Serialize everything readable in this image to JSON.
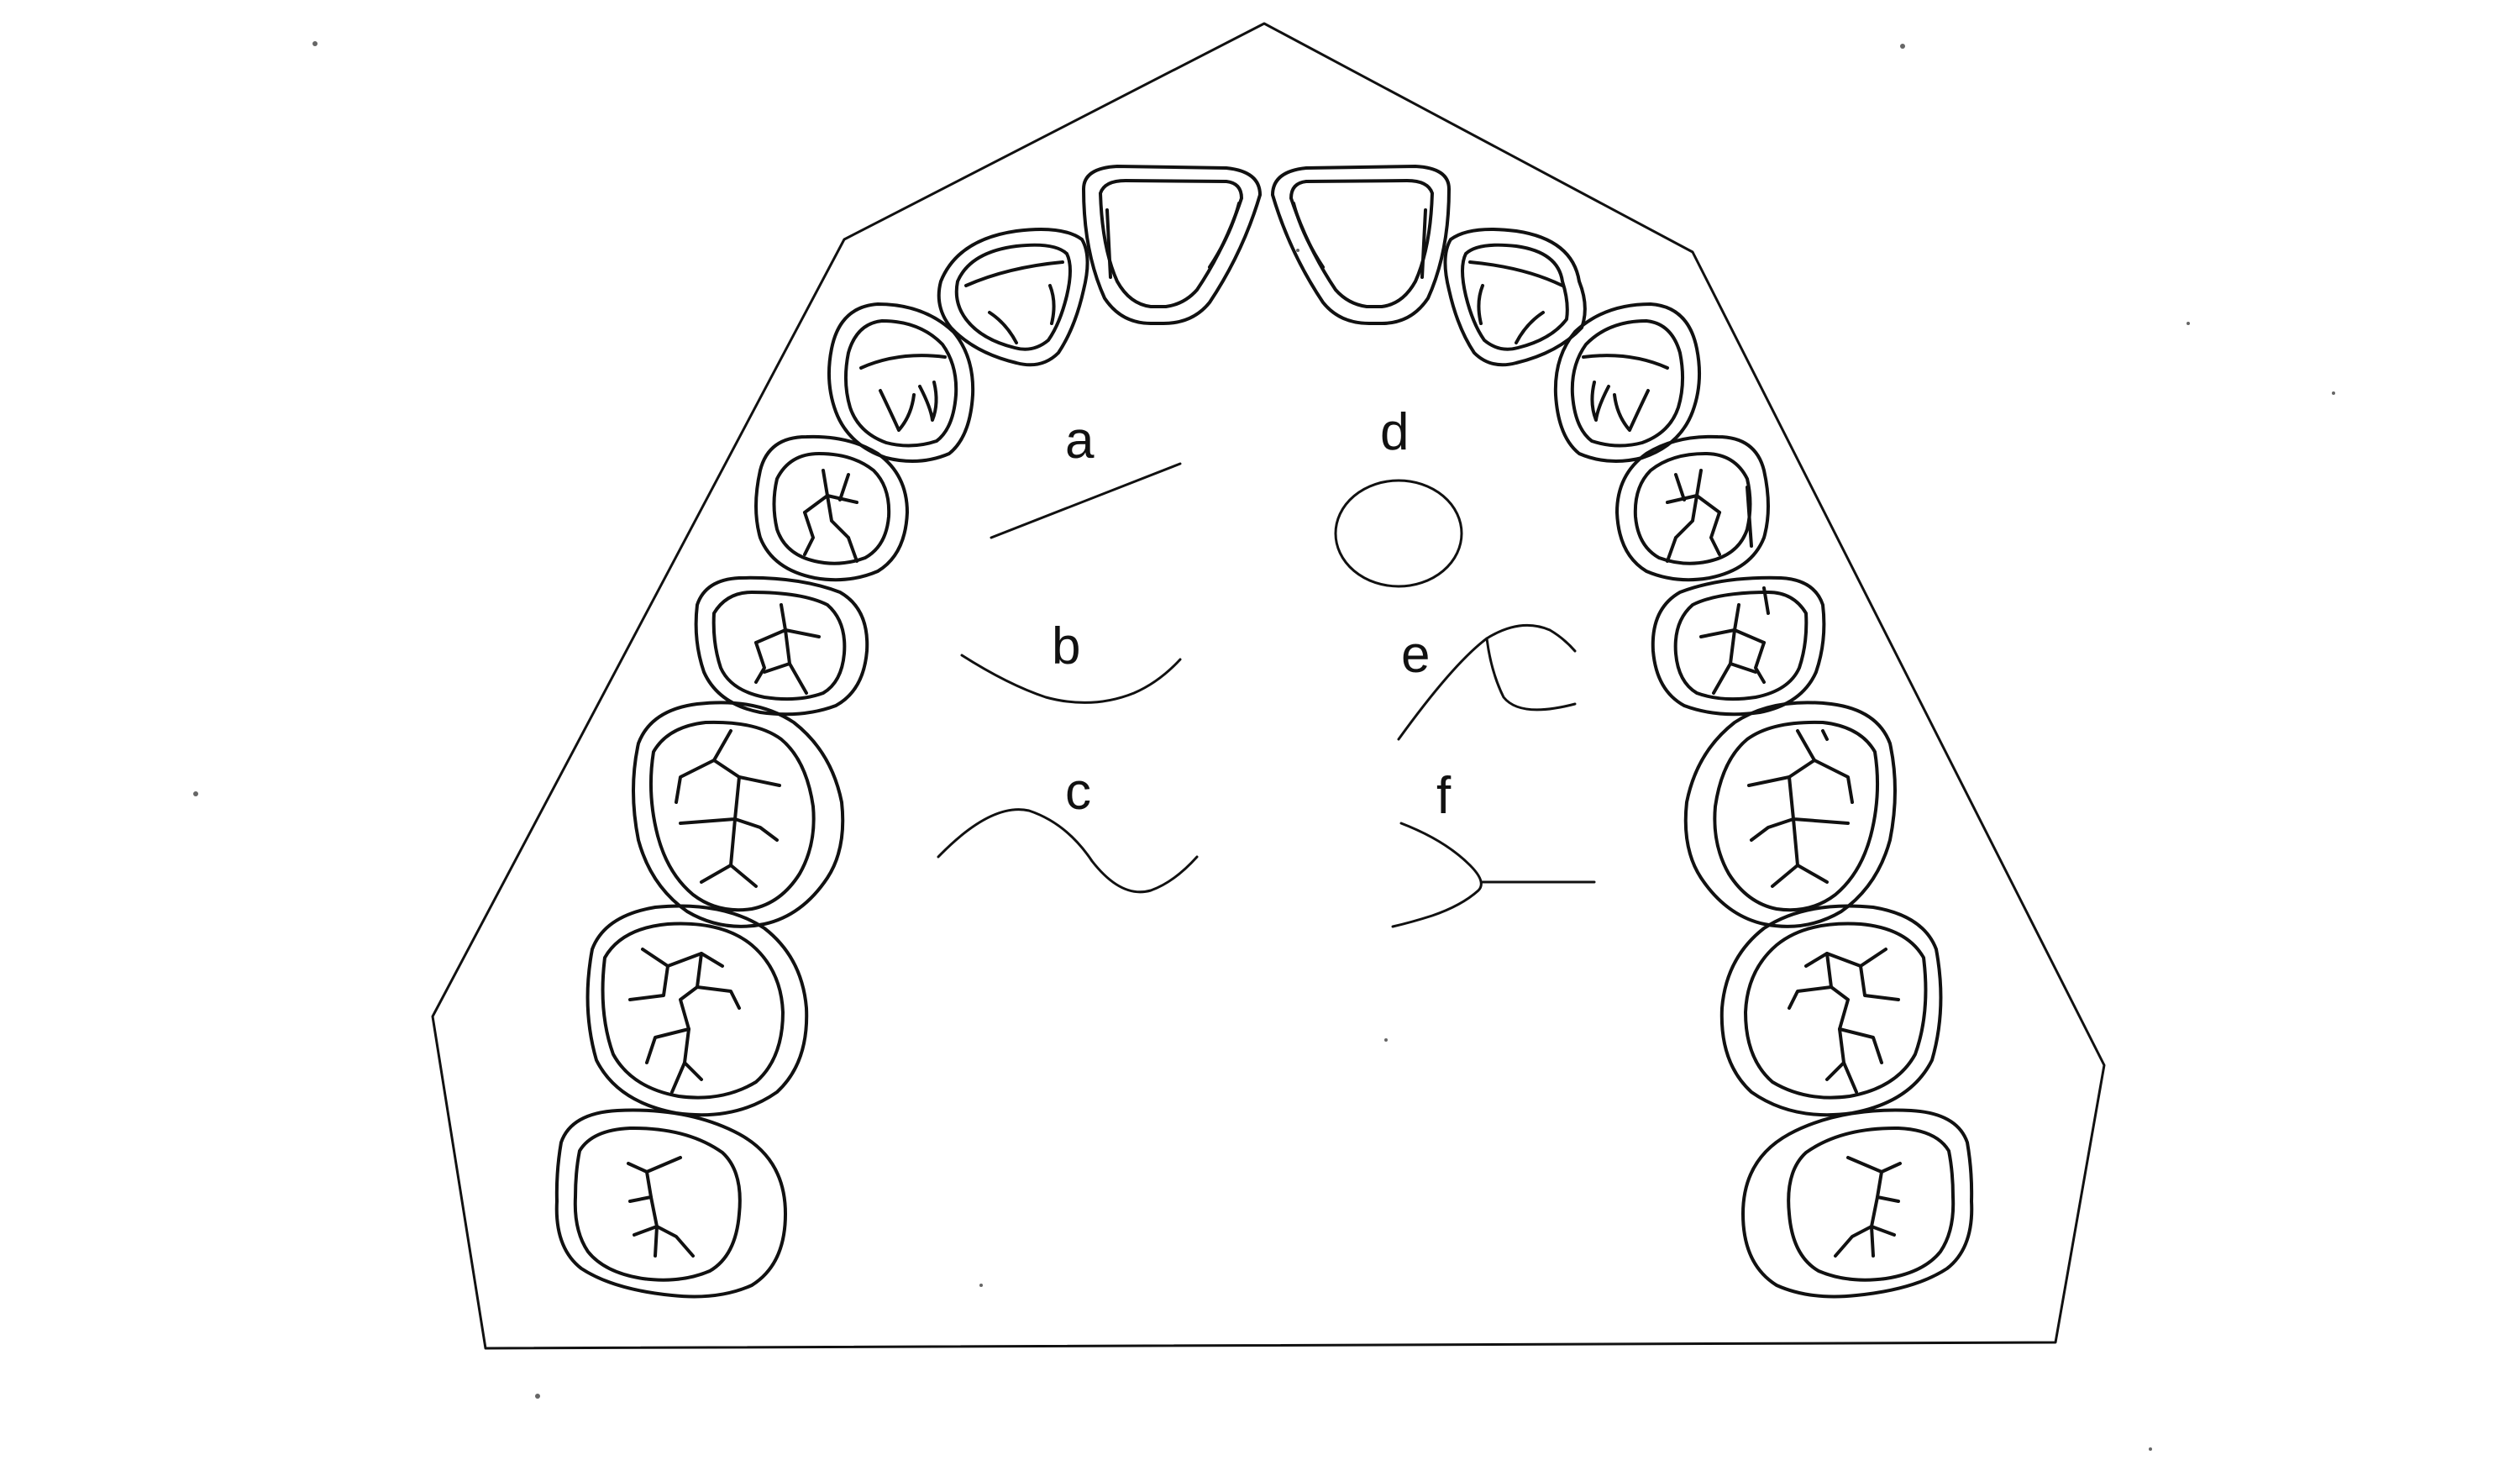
{
  "diagram": {
    "labels": {
      "a": "a",
      "b": "b",
      "c": "c",
      "d": "d",
      "e": "e",
      "f": "f"
    }
  }
}
